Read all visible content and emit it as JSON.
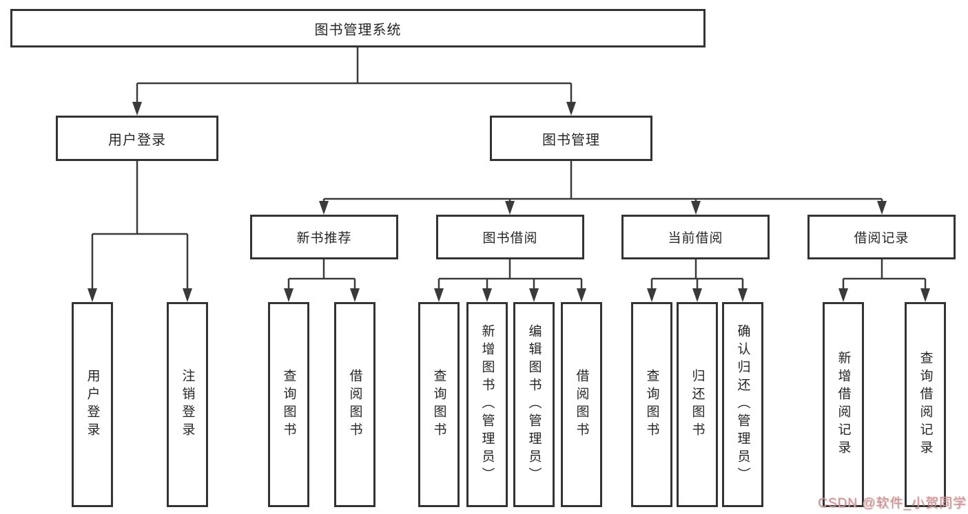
{
  "diagram": {
    "root": {
      "label": "图书管理系统",
      "children": [
        {
          "label": "用户登录",
          "children": [
            {
              "label": "用户登录"
            },
            {
              "label": "注销登录"
            }
          ]
        },
        {
          "label": "图书管理",
          "children": [
            {
              "label": "新书推荐",
              "children": [
                {
                  "label": "查询图书"
                },
                {
                  "label": "借阅图书"
                }
              ]
            },
            {
              "label": "图书借阅",
              "children": [
                {
                  "label": "查询图书"
                },
                {
                  "label": "新增图书（管理员）"
                },
                {
                  "label": "编辑图书（管理员）"
                },
                {
                  "label": "借阅图书"
                }
              ]
            },
            {
              "label": "当前借阅",
              "children": [
                {
                  "label": "查询图书"
                },
                {
                  "label": "归还图书"
                },
                {
                  "label": "确认归还（管理员）"
                }
              ]
            },
            {
              "label": "借阅记录",
              "children": [
                {
                  "label": "新增借阅记录"
                },
                {
                  "label": "查询借阅记录"
                }
              ]
            }
          ]
        }
      ]
    }
  },
  "watermark": {
    "text": "CSDN @软件_小贺同学"
  },
  "colors": {
    "line": "#3a3a3a",
    "box_border": "#333333",
    "text": "#262626",
    "background": "#ffffff",
    "watermark": "#e08f8f"
  }
}
